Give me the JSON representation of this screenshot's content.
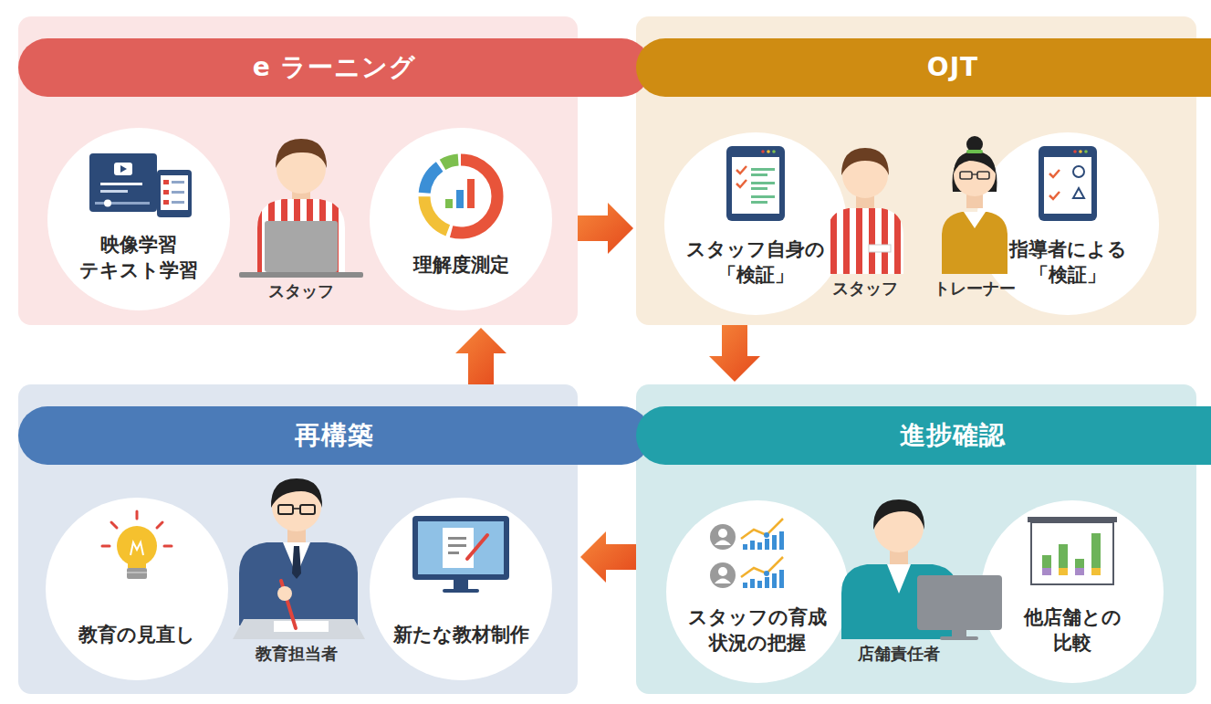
{
  "diagram": {
    "nodes": [
      {
        "text": [
          "e ラーニング"
        ]
      },
      {
        "text": [
          "映像学習 テキスト学習"
        ],
        "in": 0
      },
      {
        "text": [
          "理解度測定"
        ],
        "in": 0
      },
      {
        "text": [
          "OJT"
        ]
      },
      {
        "text": [
          "スタッフ自身の 「検証」"
        ],
        "in": 3
      },
      {
        "text": [
          "指導者による 「検証」"
        ],
        "in": 3
      },
      {
        "text": [
          "再構築"
        ]
      },
      {
        "text": [
          "教育の見直し"
        ],
        "in": 6
      },
      {
        "text": [
          "新たな教材制作"
        ],
        "in": 6
      },
      {
        "text": [
          "進捗確認"
        ]
      },
      {
        "text": [
          "スタッフの育成 状況の把握"
        ],
        "in": 9
      },
      {
        "text": [
          "他店舗との 比較"
        ],
        "in": 9
      }
    ],
    "edges": [
      {
        "from": 0,
        "to": 3,
        "arrow": "to"
      },
      {
        "from": 3,
        "to": 9,
        "arrow": "to"
      },
      {
        "from": 9,
        "to": 6,
        "arrow": "to"
      },
      {
        "from": 6,
        "to": 0,
        "arrow": "to"
      }
    ],
    "labels": [
      "スタッフ",
      "スタッフ",
      "トレーナー",
      "教育担当者",
      "店舗責任者"
    ]
  }
}
